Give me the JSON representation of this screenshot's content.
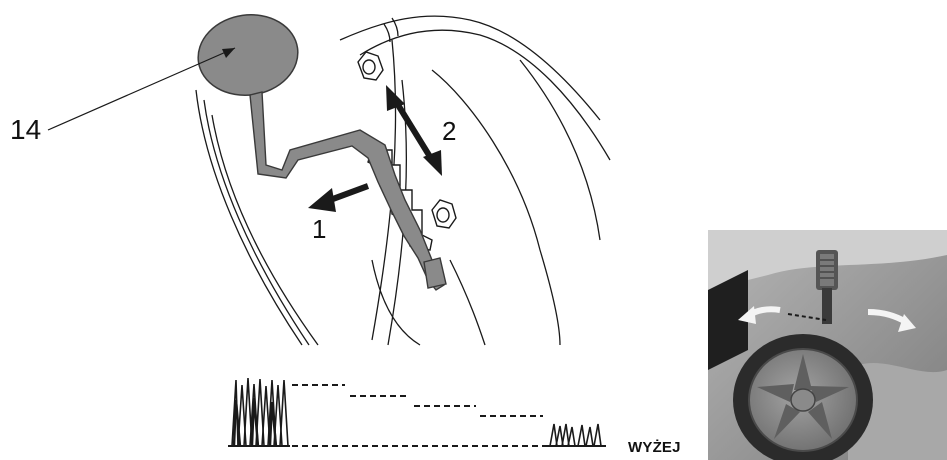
{
  "callouts": {
    "part_number": "14"
  },
  "steps": {
    "pull": "1",
    "slide": "2"
  },
  "caption": {
    "higher": "WYŻEJ"
  },
  "colors": {
    "lever": "#8a8a8a",
    "lever_edge": "#3a3a3a",
    "line": "#1a1a1a",
    "photo_bg": "#9a9a9a",
    "tire": "#2b2b2b",
    "wheel_rim": "#8c8c8c",
    "arrow_white": "#f4f4f4"
  },
  "icons": {
    "double_arrow": "double-headed-arrow",
    "pull_arrow": "single-arrow",
    "grass_tall": "grass-tall-icon",
    "grass_short": "grass-short-icon"
  }
}
